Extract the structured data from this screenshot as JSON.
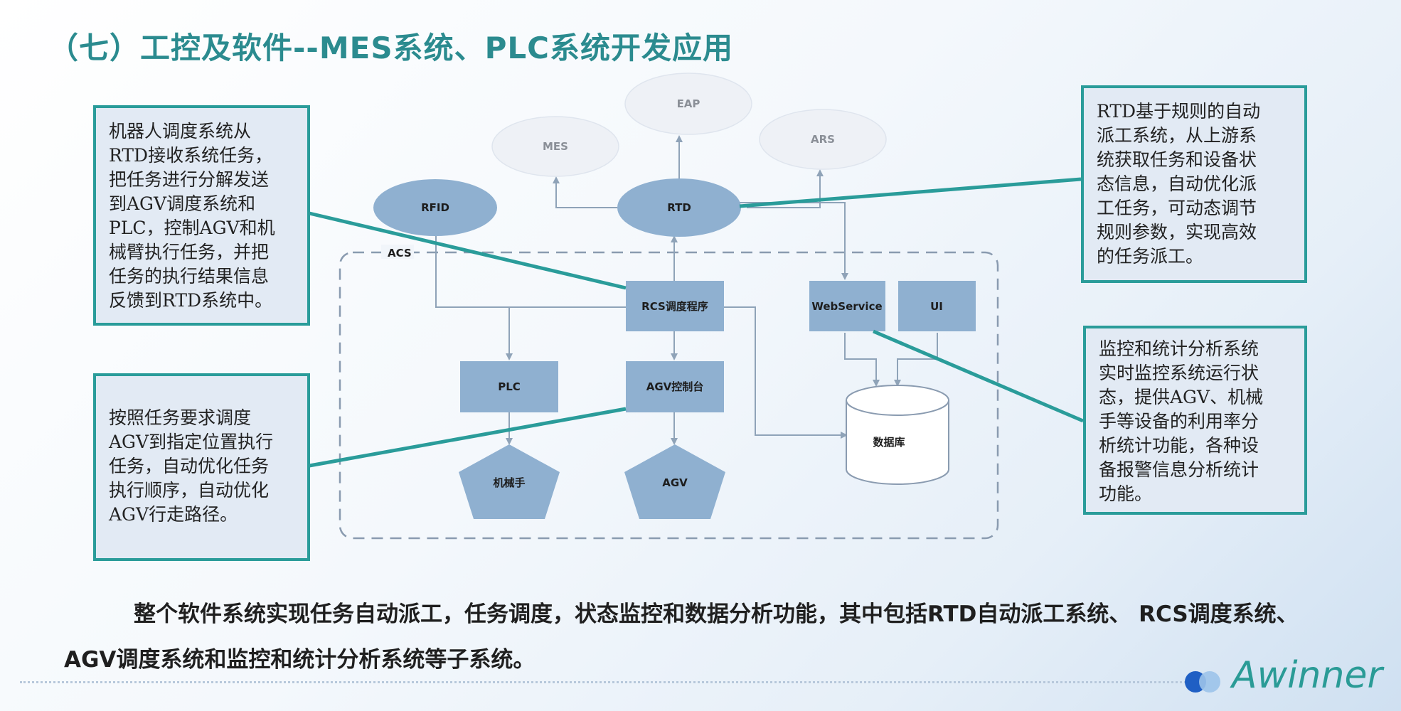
{
  "title": "（七）工控及软件--MES系统、PLC系统开发应用",
  "callouts": {
    "top_left": "机器人调度系统从\nRTD接收系统任务，\n把任务进行分解发送\n到AGV调度系统和\nPLC，控制AGV和机\n械臂执行任务，并把\n任务的执行结果信息\n反馈到RTD系统中。",
    "bottom_left": "按照任务要求调度\nAGV到指定位置执行\n任务，自动优化任务\n执行顺序，自动优化\nAGV行走路径。",
    "top_right": "RTD基于规则的自动\n派工系统，从上游系\n统获取任务和设备状\n态信息，自动优化派\n工任务，可动态调节\n规则参数，实现高效\n的任务派工。",
    "bottom_right": "监控和统计分析系统\n实时监控系统运行状\n态，提供AGV、机械\n手等设备的利用率分\n析统计功能，各种设\n备报警信息分析统计\n功能。"
  },
  "diagram": {
    "nodes": {
      "eap": "EAP",
      "mes": "MES",
      "ars": "ARS",
      "rfid": "RFID",
      "rtd": "RTD",
      "acs": "ACS",
      "rcs": "RCS调度程序",
      "webservice": "WebService",
      "ui": "UI",
      "plc": "PLC",
      "agv_console": "AGV控制台",
      "database": "数据库",
      "robot_arm": "机械手",
      "agv": "AGV"
    },
    "colors": {
      "node_fill": "#8fb0d0",
      "ghost_fill": "#eef1f6",
      "edge": "#8fa3b8",
      "callout_line": "#2a9c9a",
      "accent": "#2b8b8f"
    }
  },
  "summary": "整个软件系统实现任务自动派工，任务调度，状态监控和数据分析功能，其中包括RTD自动派工系统、 RCS调度系统、 AGV调度系统和监控和统计分析系统等子系统。",
  "logo": {
    "text": "Awinner"
  }
}
